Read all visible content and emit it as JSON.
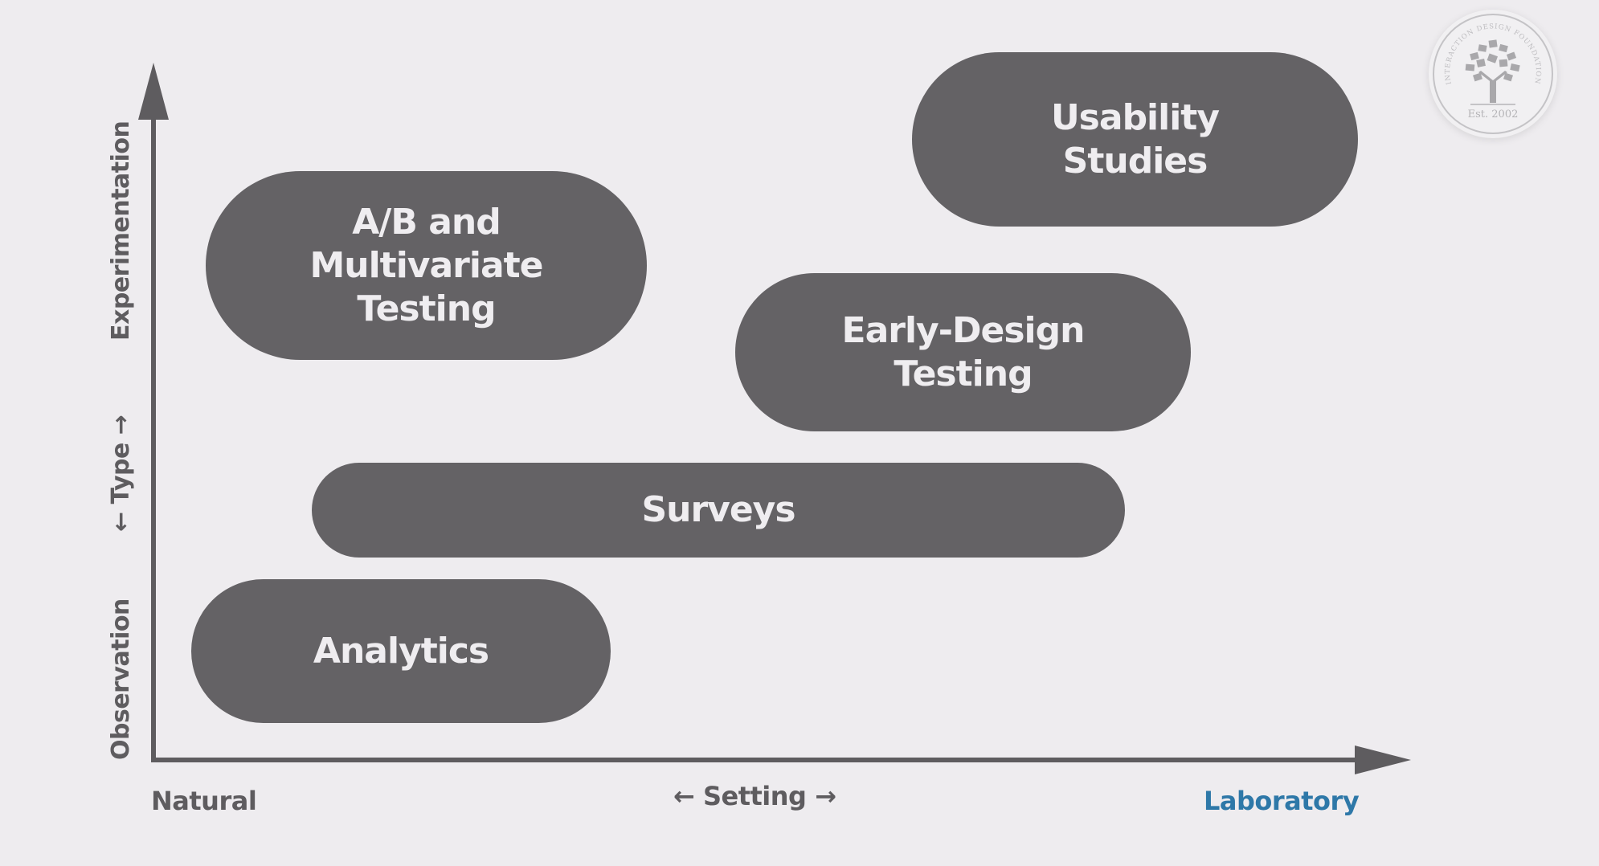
{
  "diagram": {
    "type": "bubble-landscape",
    "axes": {
      "x": {
        "title": "← Setting →",
        "left_end": "Natural",
        "right_end": "Laboratory"
      },
      "y": {
        "title": "← Type →",
        "bottom_end": "Observation",
        "top_end": "Experimentation"
      }
    },
    "methods": [
      {
        "id": "ab-testing",
        "label": "A/B and\nMultivariate\nTesting"
      },
      {
        "id": "usability-studies",
        "label": "Usability\nStudies"
      },
      {
        "id": "early-design-testing",
        "label": "Early-Design\nTesting"
      },
      {
        "id": "surveys",
        "label": "Surveys"
      },
      {
        "id": "analytics",
        "label": "Analytics"
      }
    ]
  },
  "logo": {
    "arc_text": "INTERACTION DESIGN FOUNDATION",
    "established": "Est. 2002"
  },
  "colors": {
    "background": "#eeecef",
    "pill": "#646265",
    "pill_text": "#efedf0",
    "axis": "#5e5c5f",
    "accent": "#2e78a8"
  }
}
